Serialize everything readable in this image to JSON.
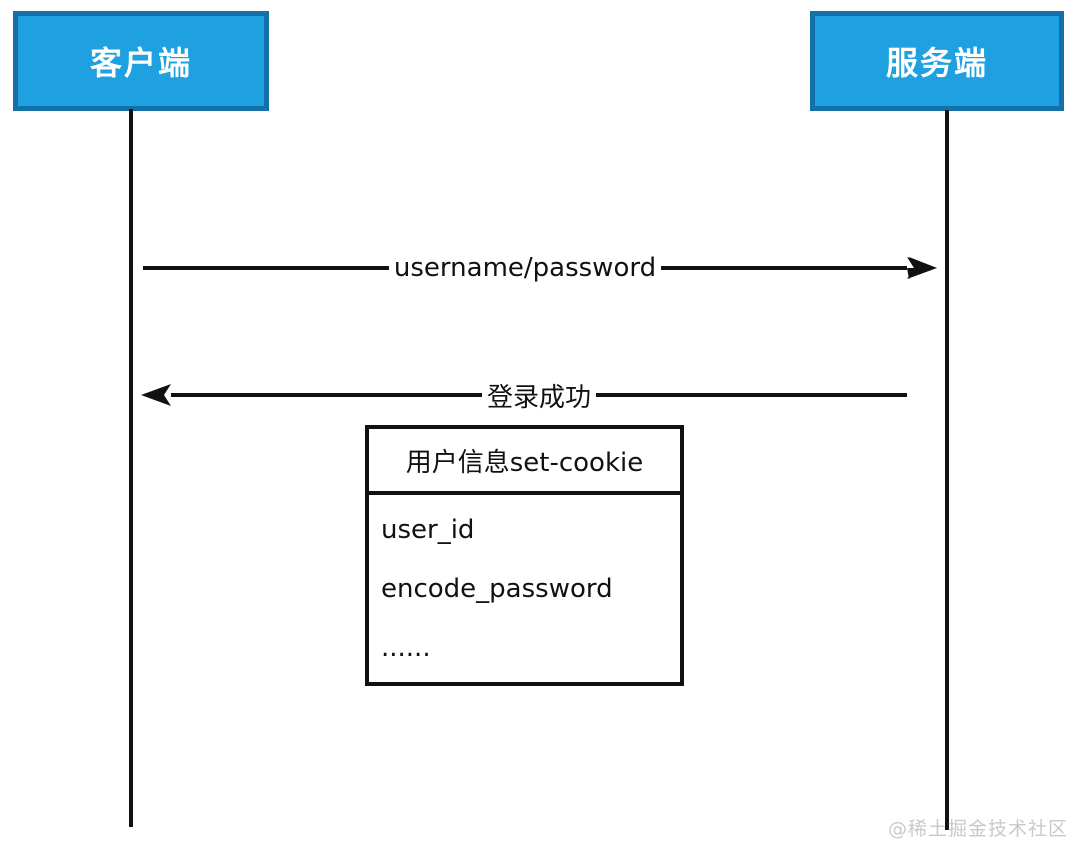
{
  "diagram": {
    "type": "sequence-diagram",
    "actors": [
      {
        "id": "client",
        "label": "客户端"
      },
      {
        "id": "server",
        "label": "服务端"
      }
    ],
    "messages": [
      {
        "from": "client",
        "to": "server",
        "direction": "right",
        "label": "username/password"
      },
      {
        "from": "server",
        "to": "client",
        "direction": "left",
        "label": "登录成功"
      }
    ],
    "cookie_box": {
      "title": "用户信息set-cookie",
      "rows": [
        "user_id",
        "encode_password",
        "......"
      ]
    },
    "watermark": "@稀土掘金技术社区",
    "colors": {
      "actor_fill": "#1FA1E1",
      "actor_border": "#1470A8",
      "line": "#111111",
      "watermark": "#c9c9c9",
      "background": "#ffffff"
    }
  }
}
